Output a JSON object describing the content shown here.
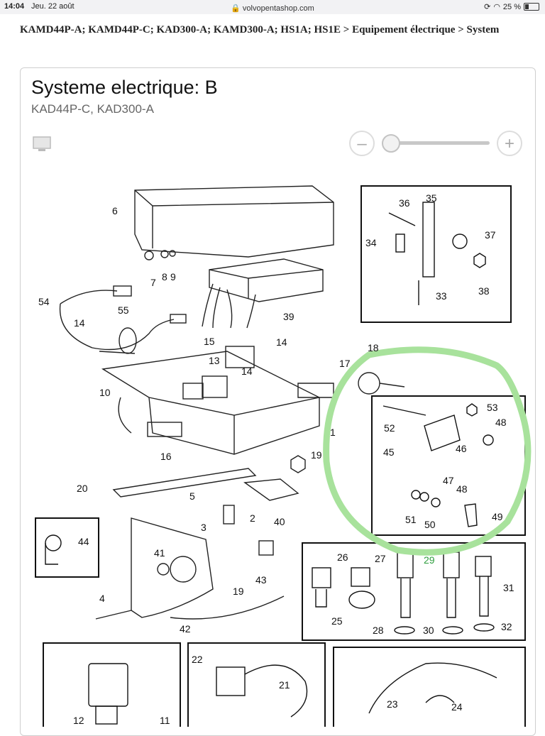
{
  "status": {
    "time": "14:04",
    "date": "Jeu. 22 août",
    "url": "volvopentashop.com",
    "battery": "25 %"
  },
  "breadcrumb": "KAMD44P-A; KAMD44P-C; KAD300-A; KAMD300-A; HS1A; HS1E > Equipement électrique > System",
  "page": {
    "title": "Systeme electrique: B",
    "subtitle": "KAD44P-C, KAD300-A"
  },
  "zoom": {
    "minus": "–",
    "plus": "+",
    "level": 0.0
  },
  "diagram": {
    "highlight_color": "#a8e29c",
    "part_labels": [
      "1",
      "2",
      "3",
      "4",
      "5",
      "6",
      "7",
      "8",
      "9",
      "10",
      "11",
      "12",
      "13",
      "14",
      "14",
      "14",
      "15",
      "16",
      "17",
      "18",
      "19",
      "19",
      "20",
      "21",
      "22",
      "23",
      "24",
      "25",
      "26",
      "27",
      "28",
      "29",
      "30",
      "31",
      "32",
      "33",
      "34",
      "35",
      "36",
      "37",
      "38",
      "39",
      "40",
      "41",
      "42",
      "43",
      "44",
      "45",
      "46",
      "47",
      "48",
      "48",
      "49",
      "50",
      "51",
      "52",
      "53",
      "54",
      "55"
    ]
  }
}
